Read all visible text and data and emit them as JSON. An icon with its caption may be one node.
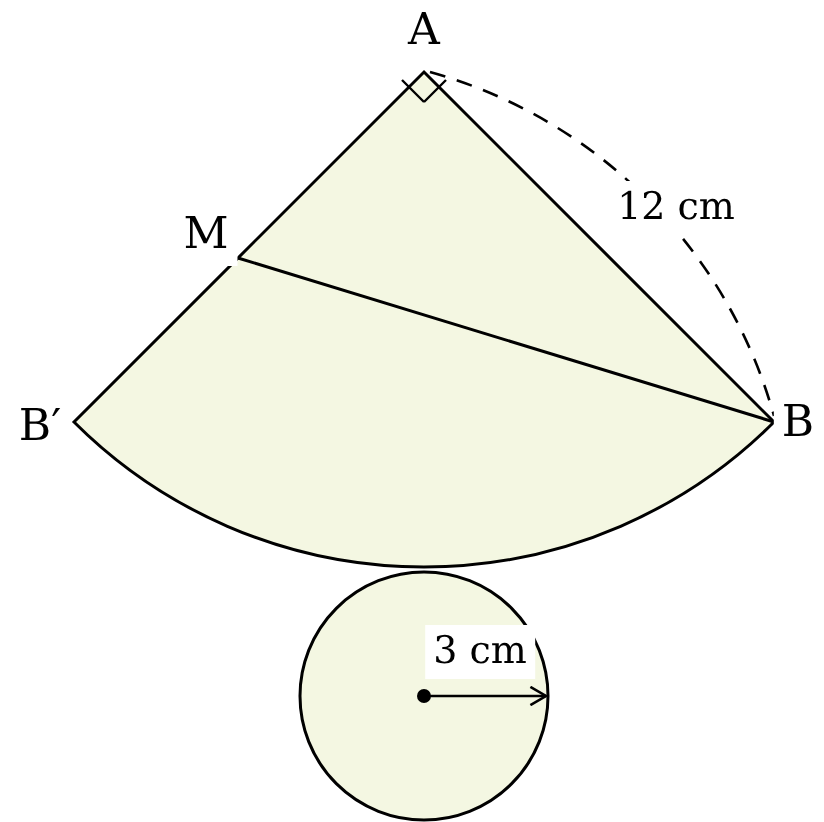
{
  "diagram": {
    "labels": [
      "A",
      "M",
      "12 cm",
      "B′",
      "B",
      "3 cm"
    ]
  }
}
